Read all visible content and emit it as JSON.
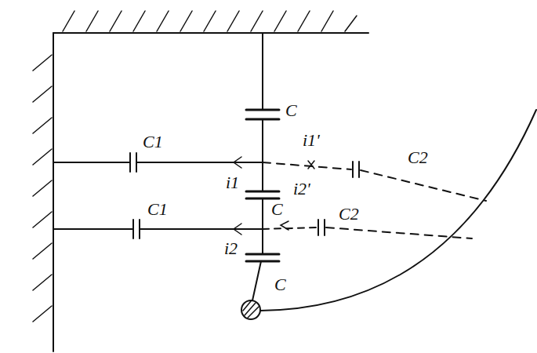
{
  "diagram": {
    "labels": [
      "C",
      "C1",
      "i1'",
      "C2",
      "i1",
      "C",
      "i2'",
      "C1",
      "C2",
      "i2",
      "C"
    ]
  }
}
